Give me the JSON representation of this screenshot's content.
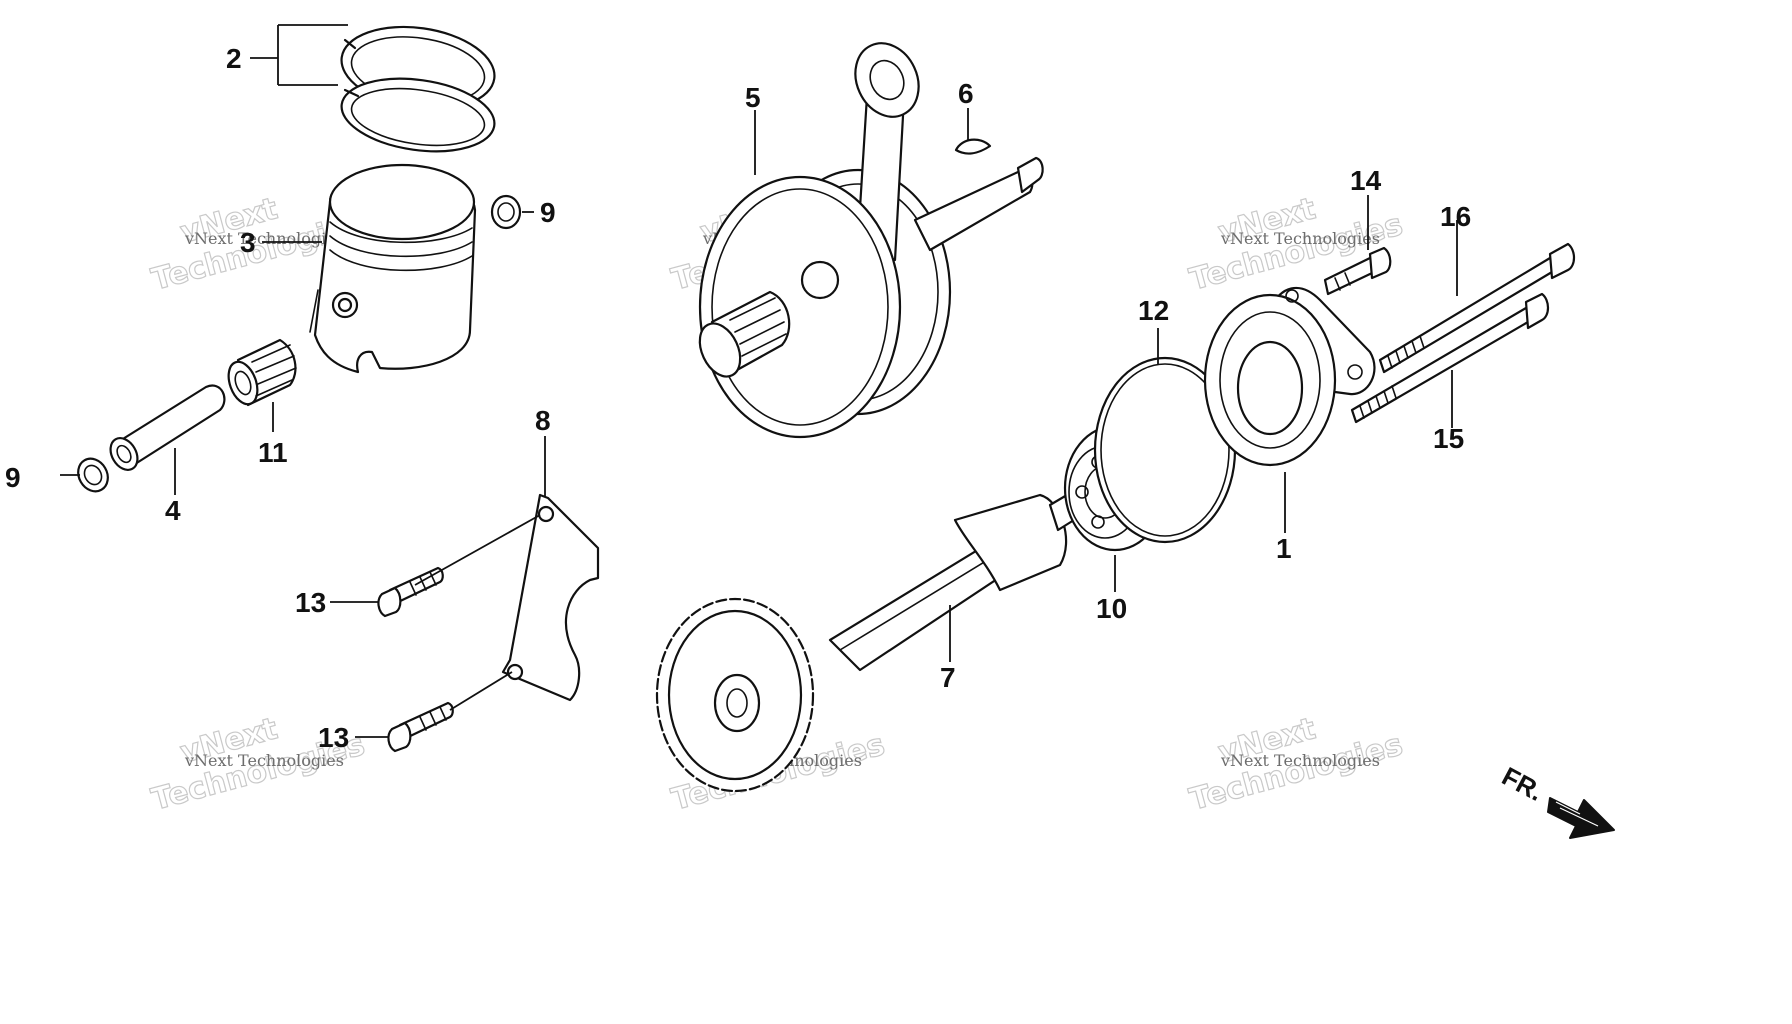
{
  "callouts": {
    "c1": "1",
    "c2": "2",
    "c3": "3",
    "c4": "4",
    "c5": "5",
    "c6": "6",
    "c7": "7",
    "c8": "8",
    "c9a": "9",
    "c9b": "9",
    "c10": "10",
    "c11": "11",
    "c12": "12",
    "c13a": "13",
    "c13b": "13",
    "c14": "14",
    "c15": "15",
    "c16": "16"
  },
  "watermarks": {
    "big_line1": "vNext",
    "big_line2": "Technologies",
    "small": "vNext Technologies"
  },
  "direction_marker": {
    "label": "FR.",
    "icon": "arrow-right-down-icon"
  }
}
